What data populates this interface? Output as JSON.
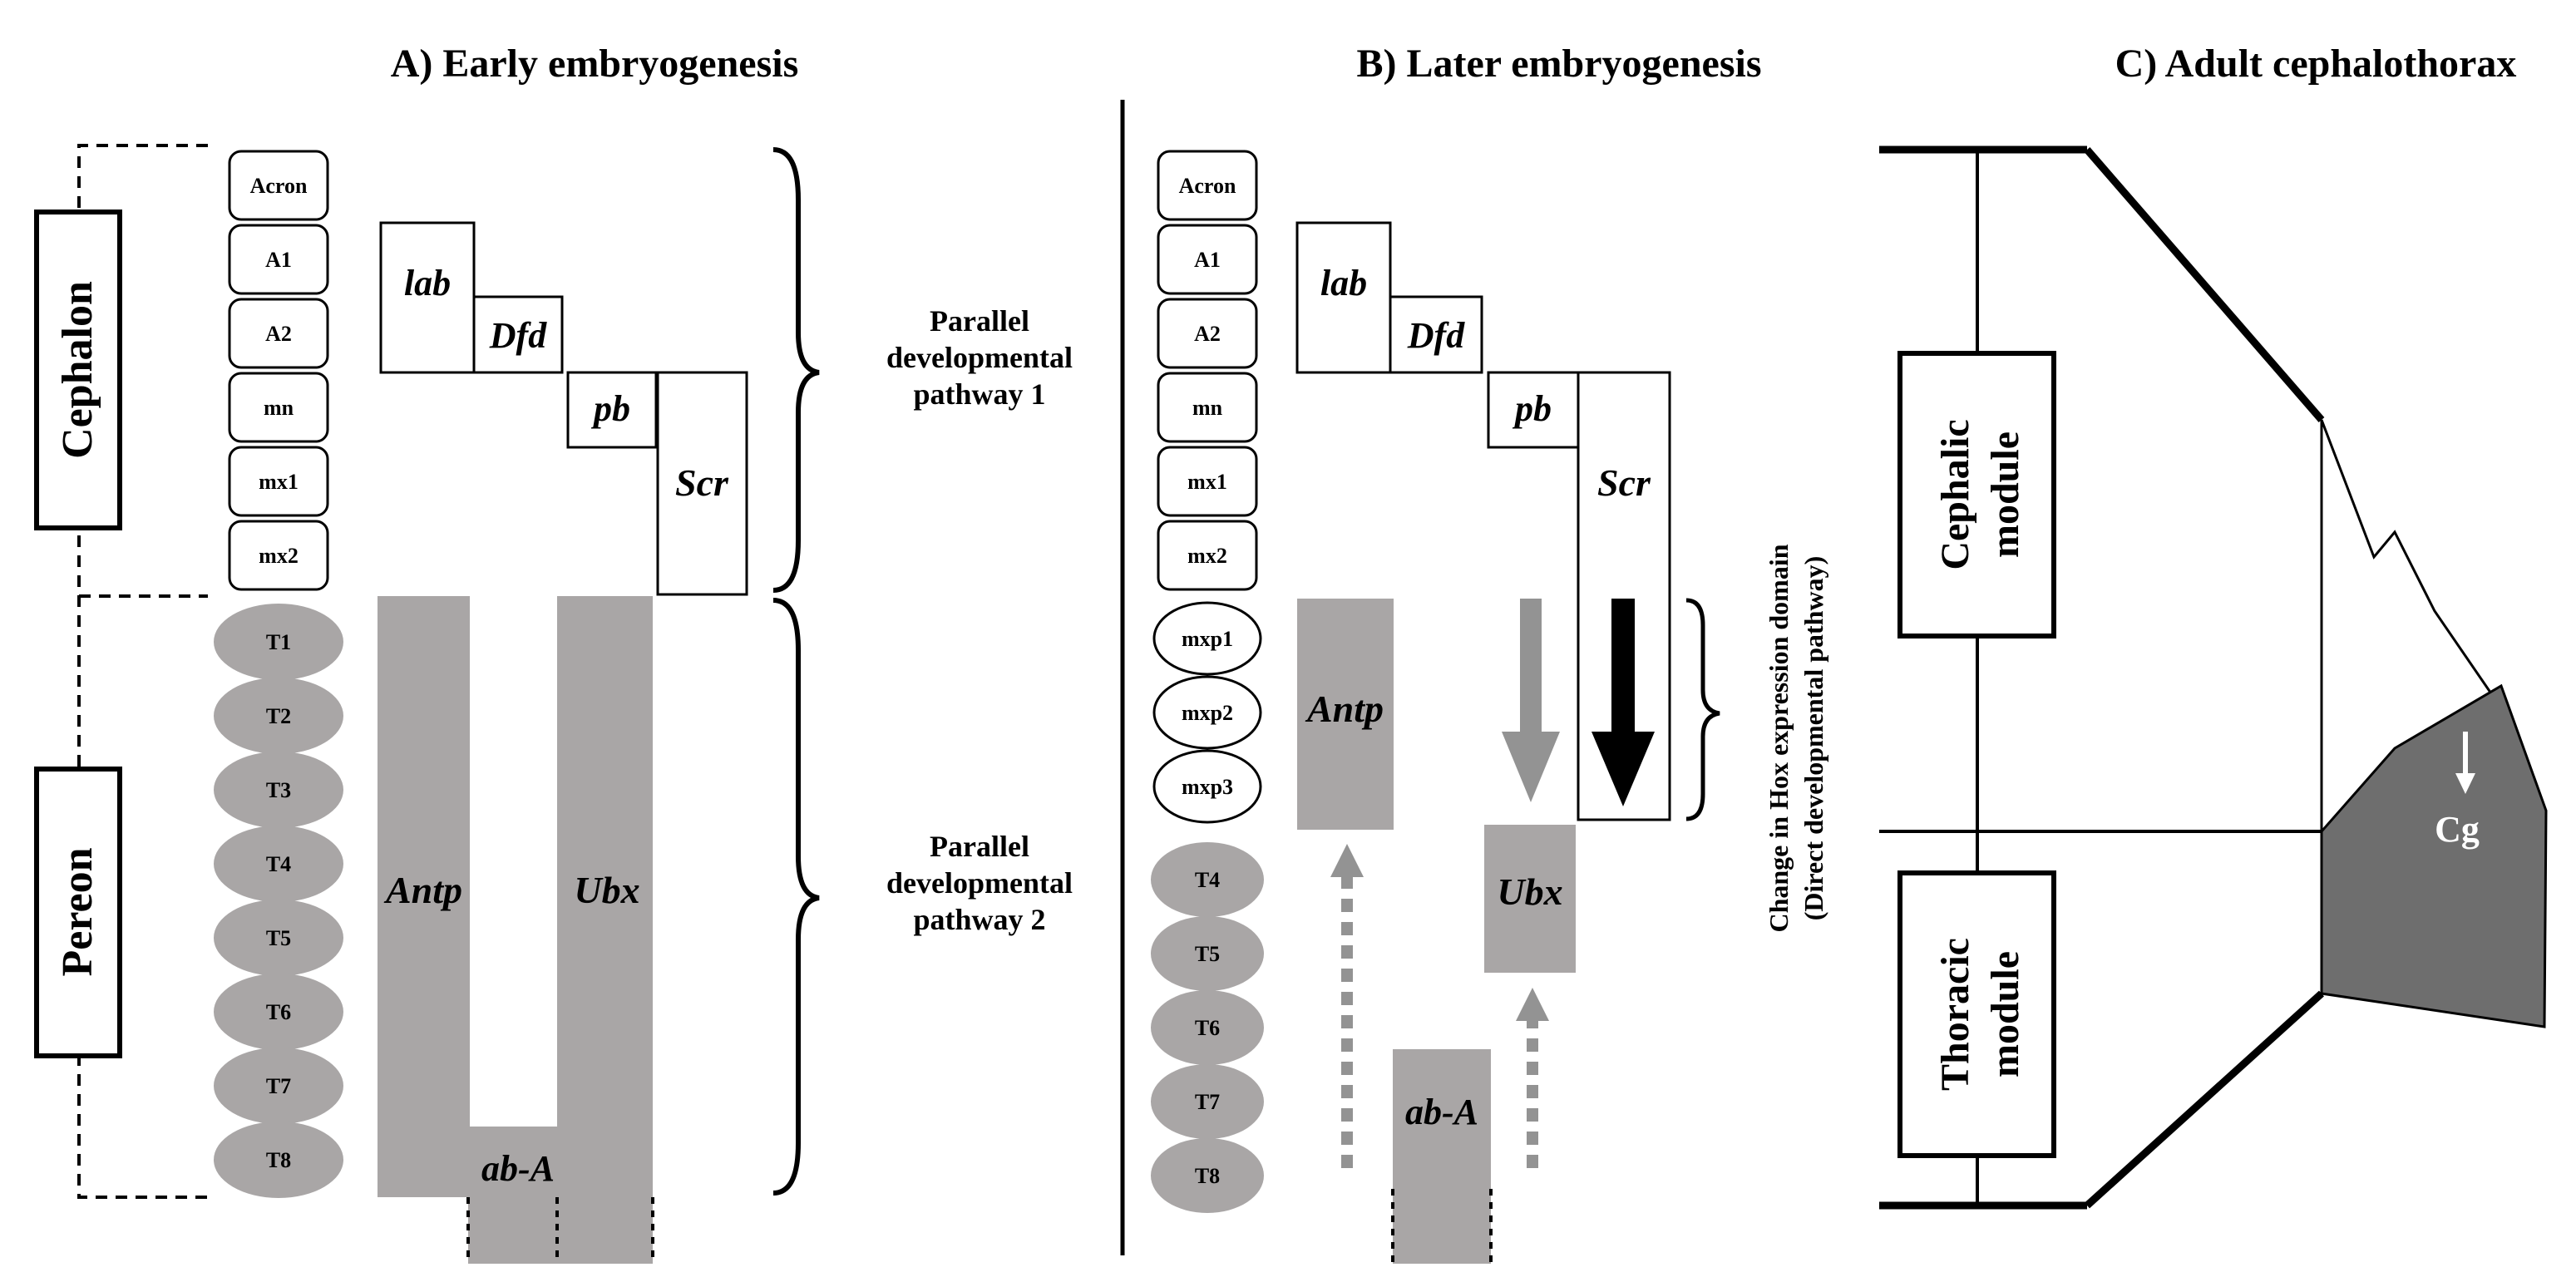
{
  "panels": {
    "a": {
      "title": "A) Early embryogenesis"
    },
    "b": {
      "title": "B) Later embryogenesis"
    },
    "c": {
      "title": "C) Adult cephalothorax"
    }
  },
  "regions": {
    "cephalon": "Cephalon",
    "pereon": "Pereon"
  },
  "segments_a": {
    "head": [
      "Acron",
      "A1",
      "A2",
      "mn",
      "mx1",
      "mx2"
    ],
    "thorax": [
      "T1",
      "T2",
      "T3",
      "T4",
      "T5",
      "T6",
      "T7",
      "T8"
    ]
  },
  "segments_b": {
    "head": [
      "Acron",
      "A1",
      "A2",
      "mn",
      "mx1",
      "mx2"
    ],
    "maxillipeds": [
      "mxp1",
      "mxp2",
      "mxp3"
    ],
    "thorax": [
      "T4",
      "T5",
      "T6",
      "T7",
      "T8"
    ]
  },
  "genes": {
    "lab": "lab",
    "dfd": "Dfd",
    "pb": "pb",
    "scr": "Scr",
    "antp": "Antp",
    "ubx": "Ubx",
    "abd_a": "ab-A"
  },
  "pathways": {
    "p1": [
      "Parallel",
      "developmental",
      "pathway 1"
    ],
    "p2": [
      "Parallel",
      "developmental",
      "pathway 2"
    ],
    "change": [
      "Change in Hox expression domain",
      "(Direct developmental pathway)"
    ]
  },
  "adult": {
    "cephalic_module": [
      "Cephalic",
      "module"
    ],
    "thoracic_module": [
      "Thoracic",
      "module"
    ],
    "cg": "Cg"
  },
  "colors": {
    "grey_fill": "#a9a6a6",
    "dark_fill": "#6e6e6e",
    "arrow_grey": "#939393",
    "black": "#000000"
  },
  "icons": [
    "brace-icon",
    "arrow-down-icon",
    "dashed-arrow-up-icon"
  ]
}
